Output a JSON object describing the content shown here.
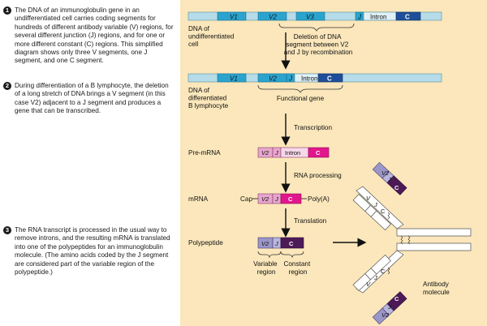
{
  "steps": [
    {
      "num": "1",
      "text": "The DNA of an immunoglobulin gene in an undifferentiated cell carries coding segments for hundreds of different antibody variable (V) regions, for several different junction (J) regions, and for one or more different constant (C) regions. This simplified diagram shows only three V segments, one J segment, and one C segment."
    },
    {
      "num": "2",
      "text": "During differentiation of a B lymphocyte, the deletion of a long stretch of DNA brings a V segment (in this case V2) adjacent to a J segment and produces a gene that can be transcribed."
    },
    {
      "num": "3",
      "text": "The RNA transcript is processed in the usual way to remove introns, and the resulting mRNA is translated into one of the polypeptides for an immunoglobulin molecule. (The amino acids coded by the J segment are considered part of the variable region of the polypeptide.)"
    }
  ],
  "labels": {
    "dna_undiff": [
      "DNA of",
      "undifferentiated",
      "cell"
    ],
    "deletion": [
      "Deletion of DNA",
      "segment between V2",
      "and J by recombination"
    ],
    "dna_diff": [
      "DNA of",
      "differentiated",
      "B lymphocyte"
    ],
    "functional_gene": "Functional gene",
    "transcription": "Transcription",
    "pre_mrna": "Pre-mRNA",
    "rna_processing": "RNA processing",
    "mrna": "mRNA",
    "cap": "Cap",
    "polya": "Poly(A)",
    "translation": "Translation",
    "polypeptide": "Polypeptide",
    "variable_region": [
      "Variable",
      "region"
    ],
    "constant_region": [
      "Constant",
      "region"
    ],
    "antibody": [
      "Antibody",
      "molecule"
    ]
  },
  "segments": {
    "v1": "V1",
    "v2": "V2",
    "v3": "V3",
    "j": "J",
    "intron": "Intron",
    "c": "C",
    "v": "V"
  }
}
